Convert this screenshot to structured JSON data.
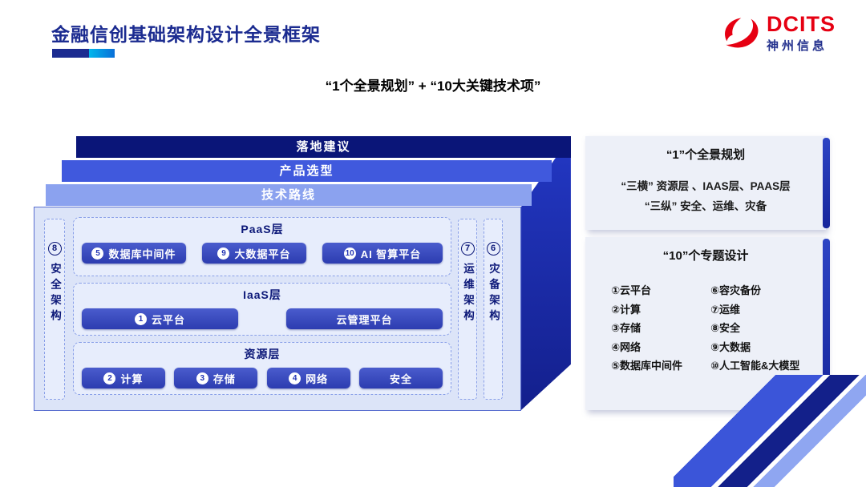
{
  "header": {
    "title": "金融信创基础架构设计全景框架"
  },
  "logo": {
    "brand": "DCITS",
    "company": "神州信息"
  },
  "subtitle": "“1个全景规划” + “10大关键技术项”",
  "diagram": {
    "layers": [
      "落地建议",
      "产品选型",
      "技术路线"
    ],
    "left_pillar": {
      "num": "8",
      "label": "安全架构"
    },
    "right_pillars": [
      {
        "num": "7",
        "label": "运维架构"
      },
      {
        "num": "6",
        "label": "灾备架构"
      }
    ],
    "sections": {
      "paas": {
        "title": "PaaS层",
        "buttons": [
          {
            "num": "5",
            "label": "数据库中间件"
          },
          {
            "num": "9",
            "label": "大数据平台"
          },
          {
            "num": "10",
            "label": "AI 智算平台"
          }
        ]
      },
      "iaas": {
        "title": "IaaS层",
        "buttons": [
          {
            "num": "1",
            "label": "云平台"
          },
          {
            "label": "云管理平台"
          }
        ]
      },
      "resource": {
        "title": "资源层",
        "buttons": [
          {
            "num": "2",
            "label": "计算"
          },
          {
            "num": "3",
            "label": "存储"
          },
          {
            "num": "4",
            "label": "网络"
          },
          {
            "label": "安全"
          }
        ]
      }
    }
  },
  "panels": {
    "plan": {
      "title": "“1”个全景规划",
      "lines": [
        "“三横” 资源层 、IAAS层、PAAS层",
        "“三纵” 安全、运维、灾备"
      ]
    },
    "topics": {
      "title": "“10”个专题设计",
      "col1": [
        "①云平台",
        "②计算",
        "③存储",
        "④网络",
        "⑤数据库中间件"
      ],
      "col2": [
        "⑥容灾备份",
        "⑦运维",
        "⑧安全",
        "⑨大数据",
        "⑩人工智能&大模型"
      ]
    }
  },
  "colors": {
    "accent_navy": "#1b2b90",
    "brand_red": "#e60012"
  }
}
